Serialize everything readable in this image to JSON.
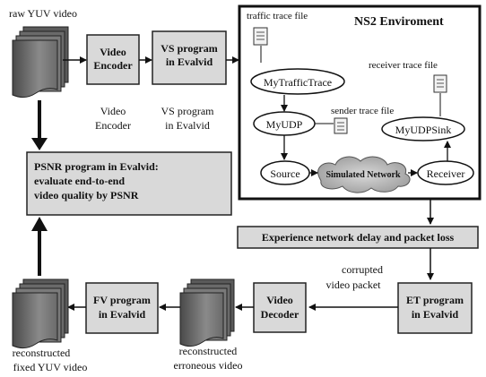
{
  "labels": {
    "raw_yuv": "raw YUV video",
    "video_encoder_box": [
      "Video",
      "Encoder"
    ],
    "vs_program_box": [
      "VS program",
      "in Evalvid"
    ],
    "video_encoder_caption": [
      "Video",
      "Encoder"
    ],
    "vs_program_caption": [
      "VS program",
      "in Evalvid"
    ],
    "psnr_box": [
      "PSNR program in Evalvid:",
      "evaluate end-to-end",
      "video quality by PSNR"
    ],
    "ns2_title": "NS2 Enviroment",
    "traffic_trace_file": "traffic trace file",
    "my_traffic_trace": "MyTrafficTrace",
    "my_udp": "MyUDP",
    "sender_trace_file": "sender trace file",
    "receiver_trace_file": "receiver trace file",
    "my_udp_sink": "MyUDPSink",
    "source": "Source",
    "simulated_network": "Simulated Network",
    "receiver": "Receiver",
    "experience_box": "Experience network delay and packet loss",
    "corrupted_packet": [
      "corrupted",
      "video packet"
    ],
    "et_program_box": [
      "ET program",
      "in Evalvid"
    ],
    "video_decoder_box": [
      "Video",
      "Decoder"
    ],
    "fv_program_box": [
      "FV program",
      "in Evalvid"
    ],
    "reconstructed_erroneous": [
      "reconstructed",
      "erroneous video"
    ],
    "reconstructed_fixed": [
      "reconstructed",
      "fixed YUV video"
    ]
  }
}
